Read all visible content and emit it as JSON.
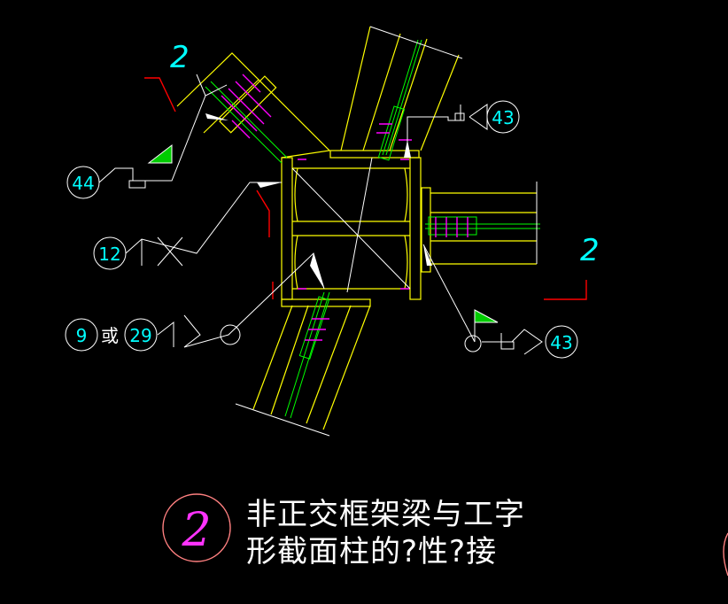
{
  "drawing": {
    "title_number": "2",
    "title_line1": "非正交框架梁与工字",
    "title_line2": "形截面柱的?性?接",
    "section_marks": [
      "2",
      "2"
    ],
    "callouts": {
      "c44": "44",
      "c12": "12",
      "c9": "9",
      "or_text": "或",
      "c29": "29",
      "c43_top": "43",
      "c43_right": "43"
    }
  },
  "colors": {
    "background": "#000000",
    "line_white": "#ffffff",
    "line_yellow": "#ffff00",
    "line_green": "#00ff00",
    "line_red": "#ff0000",
    "line_magenta": "#ff00ff",
    "text_cyan": "#00ffff",
    "title_circle": "#ff8080"
  }
}
